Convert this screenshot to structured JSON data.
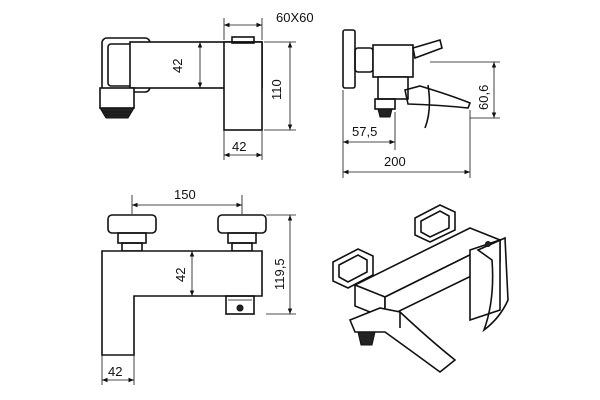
{
  "dimensions": {
    "top_size": "60X60",
    "v42_a": "42",
    "v110": "110",
    "h42_a": "42",
    "v60_6": "60,6",
    "h57_5": "57,5",
    "h200": "200",
    "h150": "150",
    "v42_b": "42",
    "v119_5": "119,5",
    "h42_b": "42"
  }
}
